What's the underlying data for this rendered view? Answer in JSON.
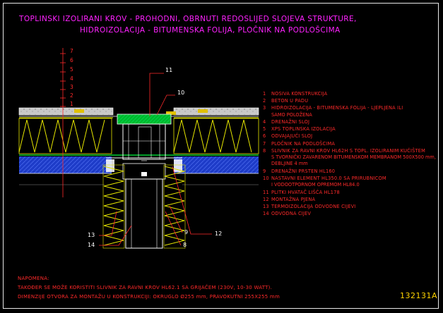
{
  "title": {
    "line1": "TOPLINSKI IZOLIRANI KROV - PROHODNI, OBRNUTI REDOSLIJED SLOJEVA STRUKTURE,",
    "line2": "HIDROIZOLACIJA - BITUMENSKA FOLIJA, PLOČNIK NA PODLOŠCIMA"
  },
  "legend": [
    {
      "num": "1",
      "text": "NOSIVA KONSTRUKCIJA"
    },
    {
      "num": "2",
      "text": "BETON U PADU"
    },
    {
      "num": "3",
      "text": "HIDROIZOLACIJA - BITUMENSKA FOLIJA - LJEPLJENA ILI",
      "cont": [
        "SAMO POLOŽENA"
      ]
    },
    {
      "num": "4",
      "text": "DRENAŽNI SLOJ"
    },
    {
      "num": "5",
      "text": "XPS TOPLINSKA IZOLACIJA"
    },
    {
      "num": "6",
      "text": "ODVAJAJUĆI SLOJ"
    },
    {
      "num": "7",
      "text": "PLOČNIK NA PODLOŠCIMA"
    },
    {
      "num": "8",
      "text": "SLIVNIK ZA RAVNI KROV HL62H S TOPL. IZOLIRANIM KUĆIŠTEM",
      "cont": [
        "S TVORNIČKI ZAVARENOM BITUMENSKOM MEMBRANOM 500X500 mm,",
        "DEBLJINE 4 mm"
      ]
    },
    {
      "num": "9",
      "text": "DRENAŽNI PRSTEN HL160"
    },
    {
      "num": "10",
      "text": "NASTAVNI ELEMENT HL350.0 SA PRIRUBNICOM",
      "cont": [
        "I VODOOTPORNOM OPREMOM HL84.0"
      ]
    },
    {
      "num": "11",
      "text": "PLITKI HVATAČ LIŠĆA HL178"
    },
    {
      "num": "12",
      "text": "MONTAŽNA PJENA"
    },
    {
      "num": "13",
      "text": "TERMOIZOLACIJA ODVODNE CIJEVI"
    },
    {
      "num": "14",
      "text": "ODVODNA CIJEV"
    }
  ],
  "levels": [
    "7",
    "6",
    "5",
    "4",
    "3",
    "2",
    "1"
  ],
  "callouts": {
    "c10": "10",
    "c11": "11",
    "c12": "12",
    "c9": "9",
    "c8": "8",
    "c13": "13",
    "c14": "14"
  },
  "note": {
    "heading": "NAPOMENA:",
    "line1": "TAKOĐER SE MOŽE KORISTITI SLIVNIK ZA RAVNI KROV HL62.1 SA GRIJAČEM (230V, 10-30 WATT).",
    "line2": "DIMENZIJE OTVORA ZA MONTAŽU U KONSTRUKCIJI: OKRUGLO Ø255 mm, PRAVOKUTNI 255X255 mm"
  },
  "drawing_code": "132131A",
  "colors": {
    "title": "#ff22ff",
    "legend": "#ff2a2a",
    "insulation": "#e6e600",
    "membrane": "#00cc33",
    "structure": "#1e3cc8",
    "linework": "#ffffff",
    "code": "#ffd400"
  }
}
